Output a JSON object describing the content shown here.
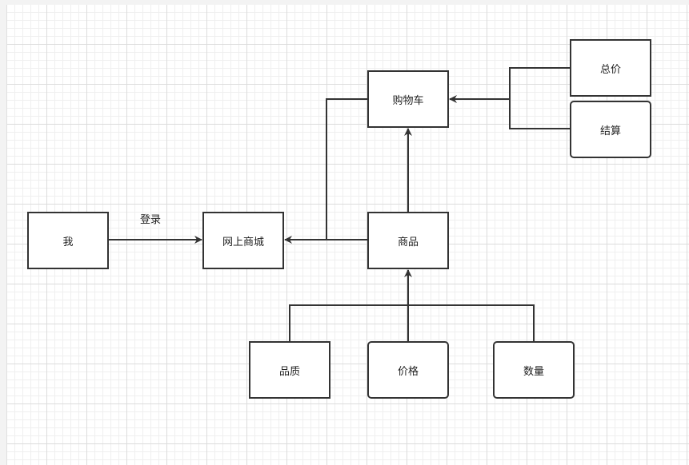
{
  "nodes": {
    "me": "我",
    "mall": "网上商城",
    "cart": "购物车",
    "goods": "商品",
    "total": "总价",
    "checkout": "结算",
    "quality": "品质",
    "price": "价格",
    "quantity": "数量"
  },
  "edges": {
    "login_label": "登录"
  },
  "colors": {
    "stroke": "#333333",
    "grid": "#dcdcdc"
  }
}
